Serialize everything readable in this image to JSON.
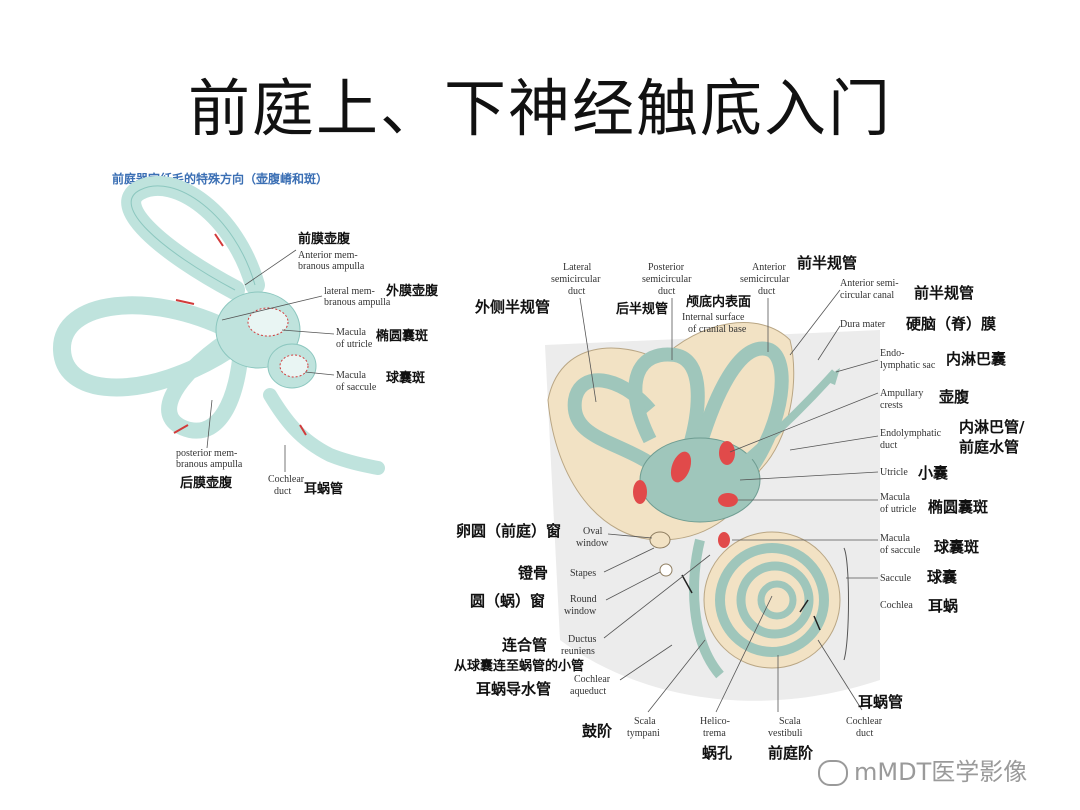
{
  "title": "前庭上、下神经触底入门",
  "left_figure": {
    "caption": "前庭器官纤毛的特殊方向（壶腹嵴和斑）",
    "labels": [
      {
        "en1": "Anterior mem-",
        "en2": "branous ampulla",
        "zh": "前膜壶腹"
      },
      {
        "en1": "lateral mem-",
        "en2": "branous ampulla",
        "zh": "外膜壶腹"
      },
      {
        "en1": "Macula",
        "en2": "of utricle",
        "zh": "椭圆囊斑"
      },
      {
        "en1": "Macula",
        "en2": "of saccule",
        "zh": "球囊斑"
      },
      {
        "en1": "posterior mem-",
        "en2": "branous ampulla",
        "zh": "后膜壶腹"
      },
      {
        "en1": "Cochlear",
        "en2": "duct",
        "zh": "耳蜗管"
      }
    ]
  },
  "right_figure": {
    "top_labels": [
      {
        "en1": "Lateral",
        "en2": "semicircular",
        "en3": "duct",
        "zh": "外侧半规管"
      },
      {
        "en1": "Posterior",
        "en2": "semicircular",
        "en3": "duct",
        "zh": "后半规管"
      },
      {
        "en1": "Anterior",
        "en2": "semicircular",
        "en3": "duct",
        "zh": "前半规管"
      },
      {
        "en1": "Internal surface",
        "en2": "of cranial base",
        "zh": "颅底内表面"
      }
    ],
    "right_labels": [
      {
        "en1": "Anterior semi-",
        "en2": "circular canal",
        "zh": "前半规管"
      },
      {
        "en1": "Dura mater",
        "en2": "",
        "zh": "硬脑（脊）膜"
      },
      {
        "en1": "Endo-",
        "en2": "lymphatic sac",
        "zh": "内淋巴囊"
      },
      {
        "en1": "Ampullary",
        "en2": "crests",
        "zh": "壶腹"
      },
      {
        "en1": "Endolymphatic",
        "en2": "duct",
        "zh": "内淋巴管/",
        "zh2": "前庭水管"
      },
      {
        "en1": "Utricle",
        "en2": "",
        "zh": "小囊"
      },
      {
        "en1": "Macula",
        "en2": "of utricle",
        "zh": "椭圆囊斑"
      },
      {
        "en1": "Macula",
        "en2": "of saccule",
        "zh": "球囊斑"
      },
      {
        "en1": "Saccule",
        "en2": "",
        "zh": "球囊"
      },
      {
        "en1": "Cochlea",
        "en2": "",
        "zh": "耳蜗"
      }
    ],
    "left_labels": [
      {
        "en1": "Oval",
        "en2": "window",
        "zh": "卵圆（前庭）窗"
      },
      {
        "en1": "Stapes",
        "en2": "",
        "zh": "镫骨"
      },
      {
        "en1": "Round",
        "en2": "window",
        "zh": "圆（蜗）窗"
      },
      {
        "en1": "Ductus",
        "en2": "reuniens",
        "zh": "连合管",
        "zh2": "从球囊连至蜗管的小管"
      },
      {
        "en1": "Cochlear",
        "en2": "aqueduct",
        "zh": "耳蜗导水管"
      }
    ],
    "bottom_labels": [
      {
        "en1": "Scala",
        "en2": "tympani",
        "zh": "鼓阶"
      },
      {
        "en1": "Helico-",
        "en2": "trema",
        "zh": "蜗孔"
      },
      {
        "en1": "Scala",
        "en2": "vestibuli",
        "zh": "前庭阶"
      },
      {
        "en1": "Cochlear",
        "en2": "duct",
        "zh": "耳蜗管"
      }
    ]
  },
  "watermark": "mMDT医学影像"
}
